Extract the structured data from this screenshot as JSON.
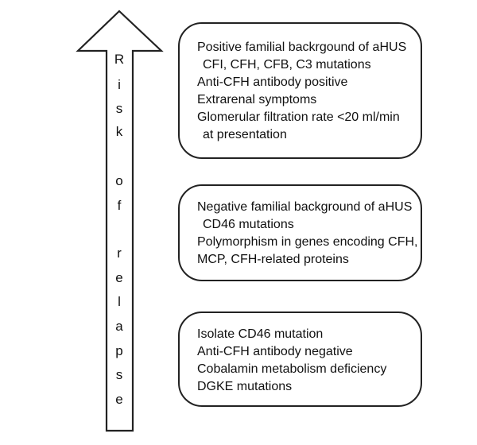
{
  "axis": {
    "letters": [
      "R",
      "i",
      "s",
      "k",
      "o",
      "f",
      "r",
      "e",
      "l",
      "a",
      "p",
      "s",
      "e"
    ]
  },
  "boxes": [
    {
      "lines": [
        {
          "text": "Positive familial backrgound of aHUS",
          "indent": false
        },
        {
          "text": "CFI, CFH, CFB, C3 mutations",
          "indent": true
        },
        {
          "text": "Anti-CFH antibody positive",
          "indent": false
        },
        {
          "text": "Extrarenal symptoms",
          "indent": false
        },
        {
          "text": "Glomerular filtration rate <20 ml/min",
          "indent": false
        },
        {
          "text": "at presentation",
          "indent": true
        }
      ]
    },
    {
      "lines": [
        {
          "text": "Negative familial background of aHUS",
          "indent": false
        },
        {
          "text": "CD46 mutations",
          "indent": true
        },
        {
          "text": "Polymorphism in genes encoding CFH,",
          "indent": false
        },
        {
          "text": "MCP, CFH-related proteins",
          "indent": false
        }
      ]
    },
    {
      "lines": [
        {
          "text": "Isolate CD46 mutation",
          "indent": false
        },
        {
          "text": "Anti-CFH antibody negative",
          "indent": false
        },
        {
          "text": "Cobalamin metabolism deficiency",
          "indent": false
        },
        {
          "text": "DGKE mutations",
          "indent": false
        }
      ]
    }
  ]
}
